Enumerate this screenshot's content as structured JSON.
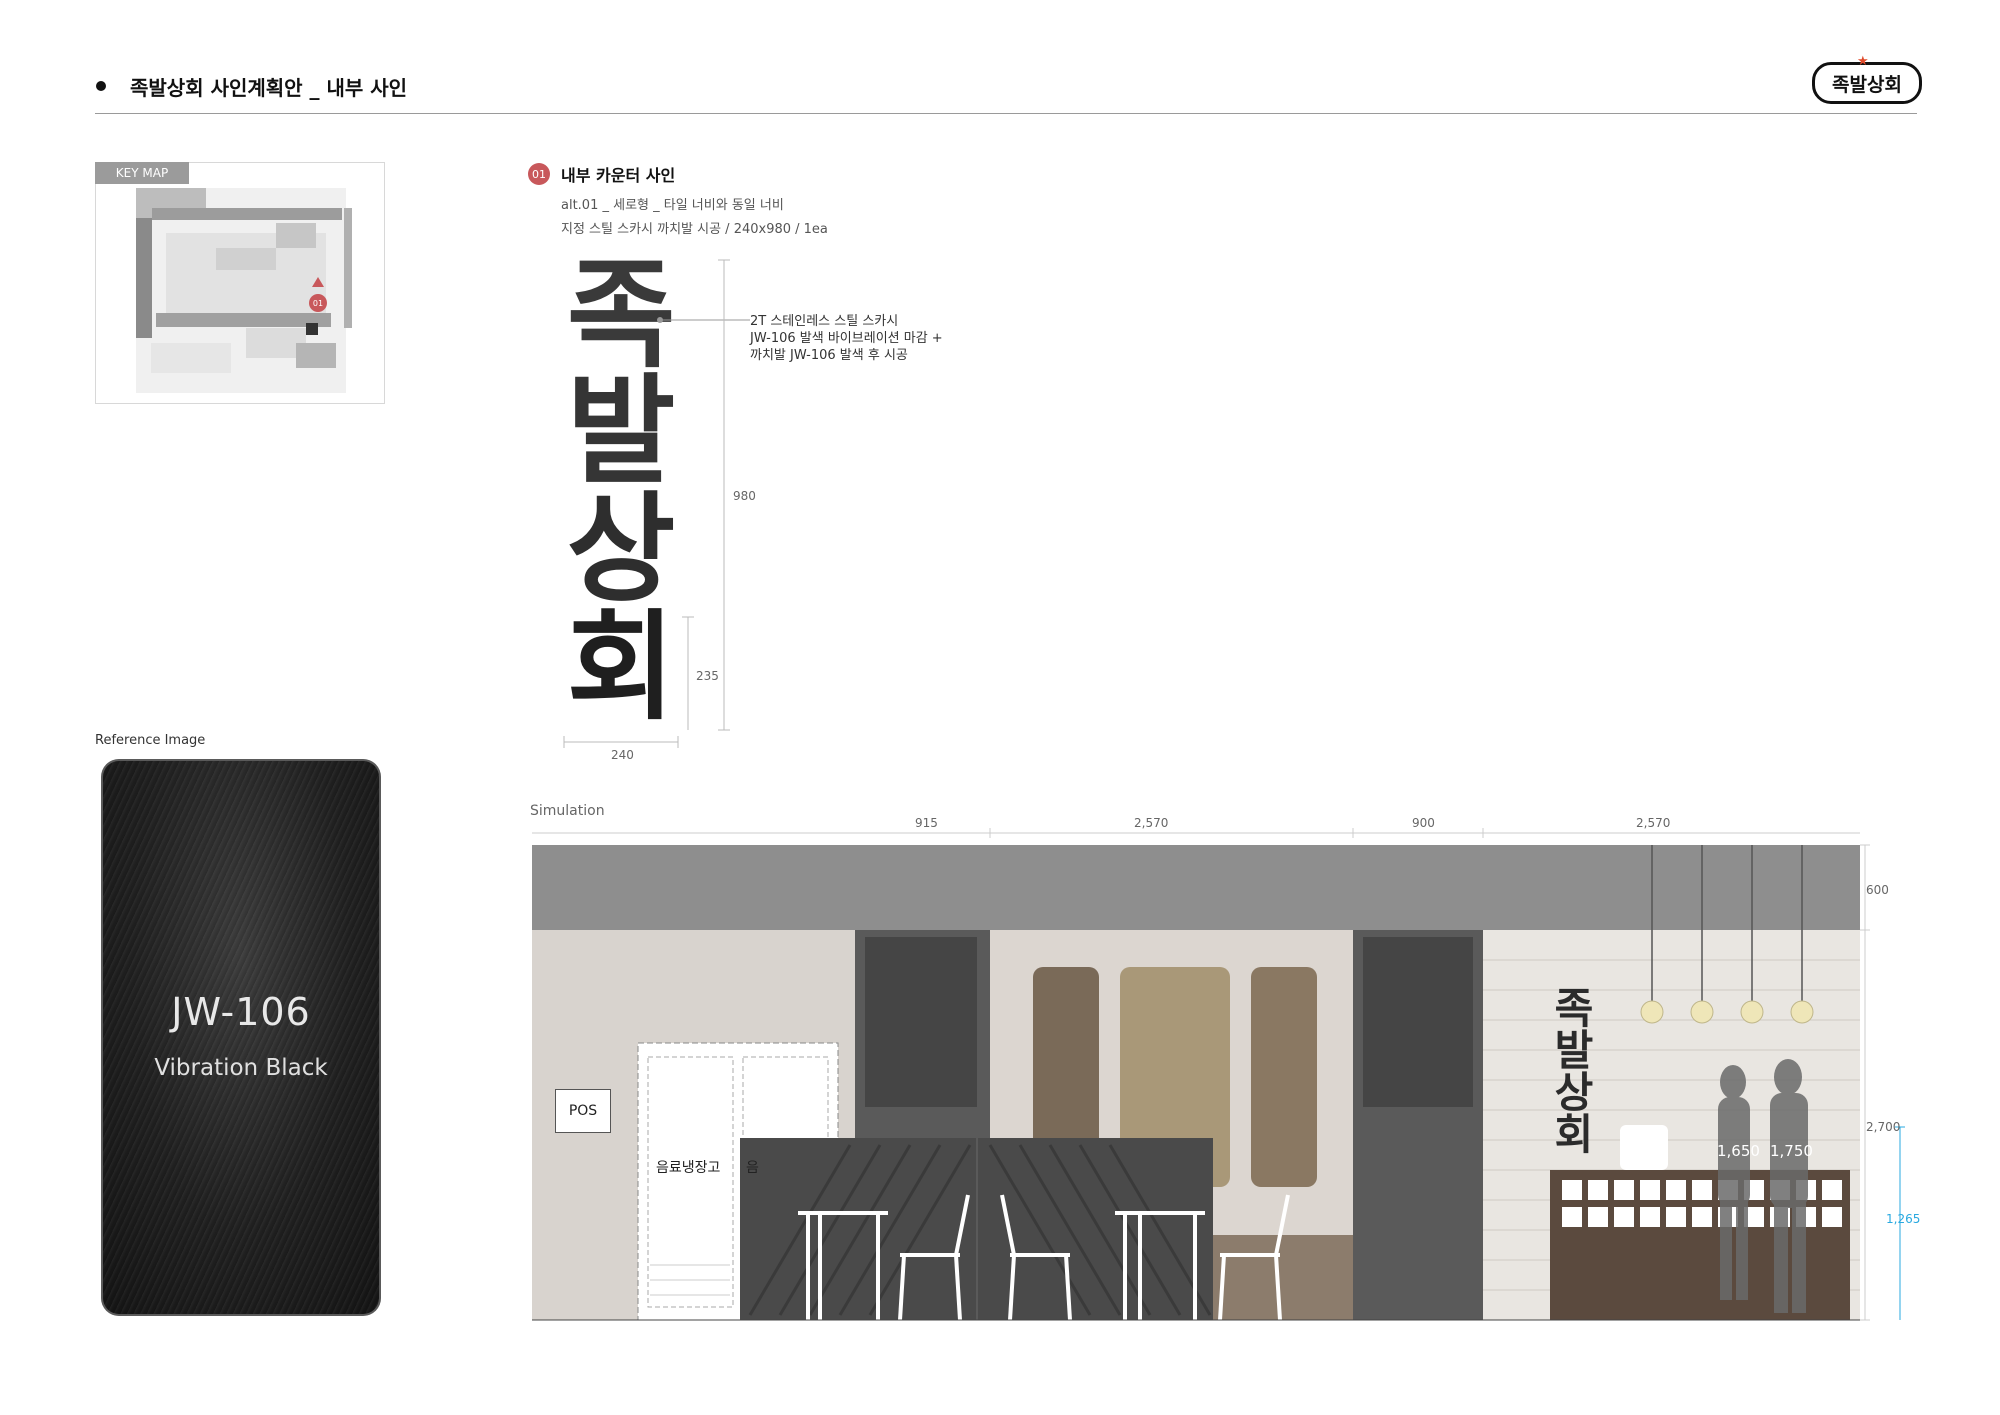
{
  "header": {
    "title": "족발상회 사인계획안 _ 내부 사인",
    "logo_text": "족발상회"
  },
  "keymap": {
    "tag": "KEY MAP",
    "marker": "01"
  },
  "reference": {
    "label": "Reference Image",
    "code": "JW-106",
    "name": "Vibration Black"
  },
  "section": {
    "number": "01",
    "title": "내부 카운터 사인",
    "line1": "alt.01 _ 세로형 _ 타일 너비와 동일 너비",
    "line2": "지정 스틸 스카시 까치발 시공 / 240x980 / 1ea"
  },
  "sign": {
    "chars": [
      "족",
      "발",
      "상",
      "회"
    ],
    "callout": [
      "2T 스테인레스 스틸 스카시",
      "JW-106 발색 바이브레이션 마감 +",
      "까치발 JW-106 발색 후 시공"
    ],
    "dim_height": "980",
    "dim_char": "235",
    "dim_width": "240"
  },
  "simulation": {
    "label": "Simulation",
    "top_dims": [
      "915",
      "2,570",
      "900",
      "2,570"
    ],
    "dim_ceiling": "600",
    "dim_total": "2,700",
    "dim_sign_height": "1,265",
    "pos_label": "POS",
    "fridge_label": "음료냉장고",
    "fridge_label_cut": "음",
    "wall_sign_chars": [
      "족",
      "발",
      "상",
      "회"
    ],
    "person_heights": [
      "1,650",
      "1,750"
    ]
  },
  "colors": {
    "accent_red": "#c8585b",
    "ceiling_gray": "#8e8e8e",
    "wall_beige": "#d8d3ce",
    "dark_panel": "#5a5a5a",
    "dim_cyan": "#29a9e0"
  }
}
